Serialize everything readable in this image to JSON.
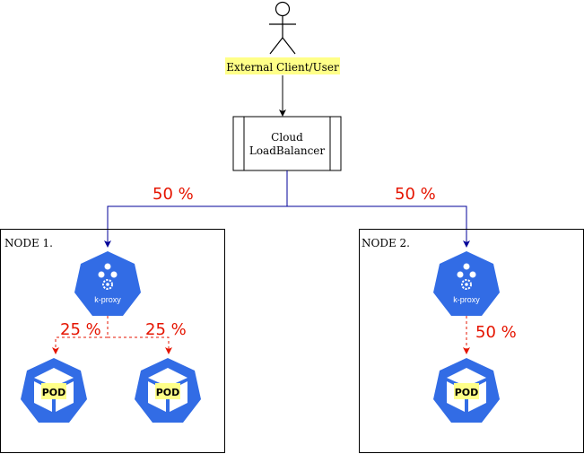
{
  "user": {
    "label": "External Client/User"
  },
  "loadbalancer": {
    "line1": "Cloud",
    "line2": "LoadBalancer"
  },
  "split": {
    "left": "50 %",
    "right": "50 %"
  },
  "nodes": [
    {
      "title": "NODE 1.",
      "proxy_label": "k-proxy",
      "split_left": "25 %",
      "split_right": "25 %",
      "pods": [
        "POD",
        "POD"
      ]
    },
    {
      "title": "NODE 2.",
      "proxy_label": "k-proxy",
      "split": "50 %",
      "pods": [
        "POD"
      ]
    }
  ],
  "colors": {
    "k8s_blue": "#326ce5",
    "highlight": "#ffff88",
    "percent_red": "#e51400",
    "connector_blue": "#000099",
    "box_border": "#000000"
  }
}
